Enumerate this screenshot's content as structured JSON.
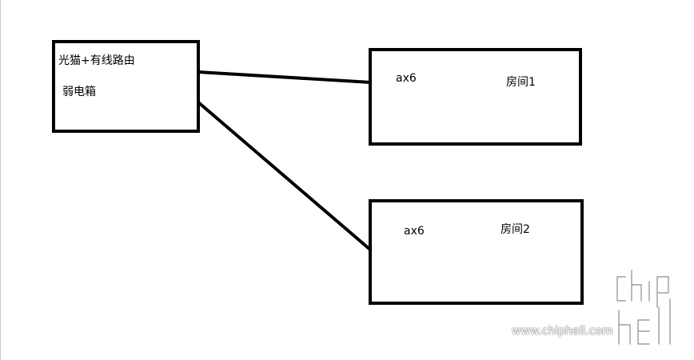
{
  "diagram": {
    "box_cabinet": {
      "title": "光猫+有线路由",
      "subtitle": "弱电箱"
    },
    "box_room1": {
      "device": "ax6",
      "room": "房间1"
    },
    "box_room2": {
      "device": "ax6",
      "room": "房间2"
    },
    "edges": [
      {
        "from": "box_cabinet",
        "to": "box_room1"
      },
      {
        "from": "box_cabinet",
        "to": "box_room2"
      }
    ],
    "line_color": "#000000"
  },
  "watermark": {
    "logo": "chiphell",
    "url": "www.chiphell.com"
  }
}
